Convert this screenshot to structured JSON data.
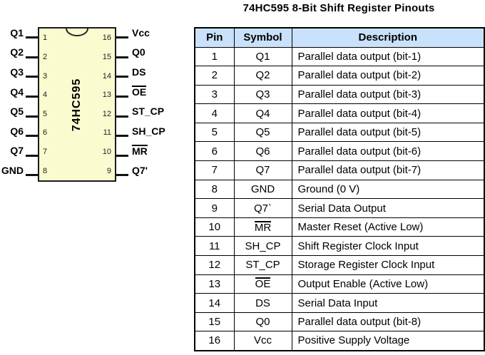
{
  "title": "74HC595 8-Bit Shift Register Pinouts",
  "colors": {
    "background": "#FFFFFF",
    "chip_body": "#FBFBD0",
    "chip_border": "#1A1A1A",
    "table_header_bg": "#C9E1FA",
    "table_border": "#000000"
  },
  "chip": {
    "label": "74HC595",
    "left_pins": [
      {
        "num": "1",
        "label": "Q1",
        "overline": false
      },
      {
        "num": "2",
        "label": "Q2",
        "overline": false
      },
      {
        "num": "3",
        "label": "Q3",
        "overline": false
      },
      {
        "num": "4",
        "label": "Q4",
        "overline": false
      },
      {
        "num": "5",
        "label": "Q5",
        "overline": false
      },
      {
        "num": "6",
        "label": "Q6",
        "overline": false
      },
      {
        "num": "7",
        "label": "Q7",
        "overline": false
      },
      {
        "num": "8",
        "label": "GND",
        "overline": false
      }
    ],
    "right_pins": [
      {
        "num": "16",
        "label": "Vcc",
        "overline": false
      },
      {
        "num": "15",
        "label": "Q0",
        "overline": false
      },
      {
        "num": "14",
        "label": "DS",
        "overline": false
      },
      {
        "num": "13",
        "label": "OE",
        "overline": true
      },
      {
        "num": "12",
        "label": "ST_CP",
        "overline": false
      },
      {
        "num": "11",
        "label": "SH_CP",
        "overline": false
      },
      {
        "num": "10",
        "label": "MR",
        "overline": true
      },
      {
        "num": "9",
        "label": "Q7'",
        "overline": false
      }
    ]
  },
  "table": {
    "columns": [
      "Pin",
      "Symbol",
      "Description"
    ],
    "rows": [
      {
        "pin": "1",
        "symbol": "Q1",
        "overline": false,
        "description": "Parallel data output (bit-1)"
      },
      {
        "pin": "2",
        "symbol": "Q2",
        "overline": false,
        "description": "Parallel data output (bit-2)"
      },
      {
        "pin": "3",
        "symbol": "Q3",
        "overline": false,
        "description": "Parallel data output (bit-3)"
      },
      {
        "pin": "4",
        "symbol": "Q4",
        "overline": false,
        "description": "Parallel data output (bit-4)"
      },
      {
        "pin": "5",
        "symbol": "Q5",
        "overline": false,
        "description": "Parallel data output (bit-5)"
      },
      {
        "pin": "6",
        "symbol": "Q6",
        "overline": false,
        "description": "Parallel data output (bit-6)"
      },
      {
        "pin": "7",
        "symbol": "Q7",
        "overline": false,
        "description": "Parallel data output (bit-7)"
      },
      {
        "pin": "8",
        "symbol": "GND",
        "overline": false,
        "description": "Ground (0 V)"
      },
      {
        "pin": "9",
        "symbol": "Q7`",
        "overline": false,
        "description": "Serial Data Output"
      },
      {
        "pin": "10",
        "symbol": "MR",
        "overline": true,
        "description": "Master Reset (Active Low)"
      },
      {
        "pin": "11",
        "symbol": "SH_CP",
        "overline": false,
        "description": "Shift Register Clock Input"
      },
      {
        "pin": "12",
        "symbol": "ST_CP",
        "overline": false,
        "description": "Storage Register Clock Input"
      },
      {
        "pin": "13",
        "symbol": "OE",
        "overline": true,
        "description": "Output Enable (Active Low)"
      },
      {
        "pin": "14",
        "symbol": "DS",
        "overline": false,
        "description": "Serial Data Input"
      },
      {
        "pin": "15",
        "symbol": "Q0",
        "overline": false,
        "description": "Parallel data output (bit-8)"
      },
      {
        "pin": "16",
        "symbol": "Vcc",
        "overline": false,
        "description": "Positive Supply Voltage"
      }
    ]
  }
}
